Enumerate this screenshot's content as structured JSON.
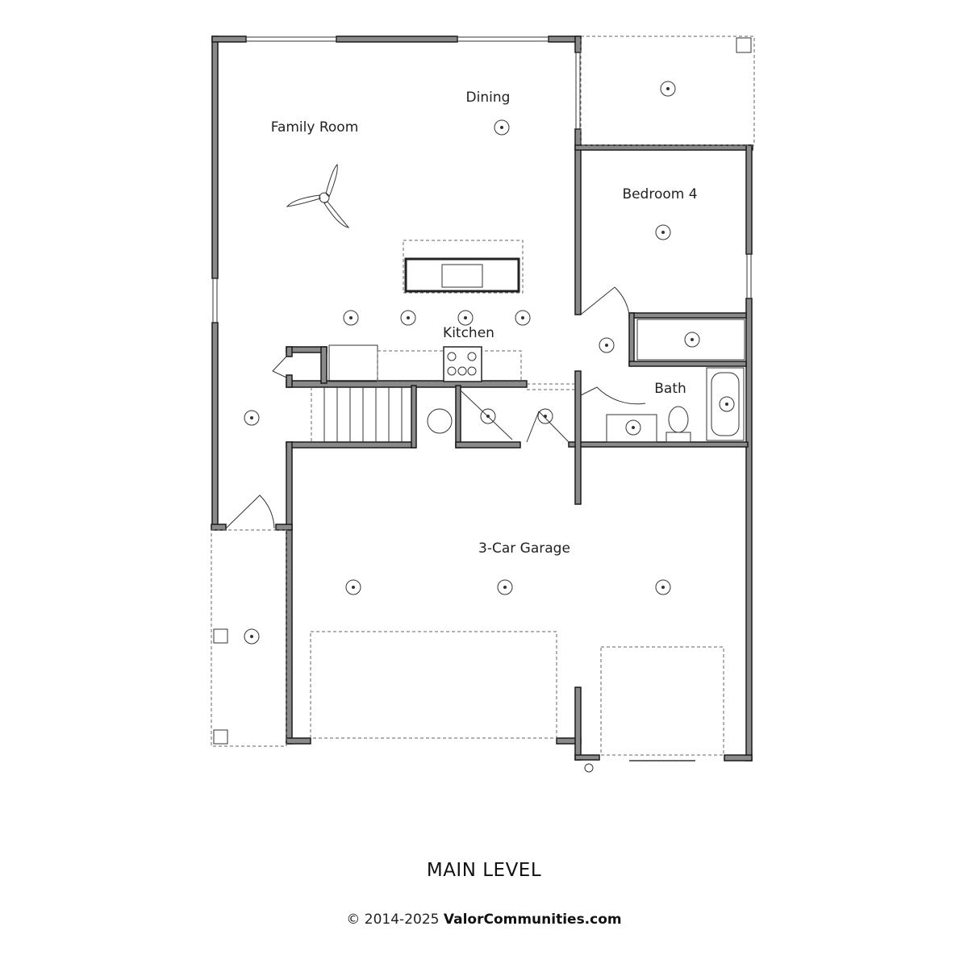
{
  "rooms": {
    "family_room": "Family Room",
    "dining": "Dining",
    "bedroom4": "Bedroom 4",
    "kitchen": "Kitchen",
    "bath": "Bath",
    "garage": "3-Car Garage"
  },
  "footer": {
    "title": "MAIN LEVEL",
    "copyright": "© 2014-2025 ",
    "site": "ValorCommunities.com"
  },
  "colors": {
    "wall": "#8a8a8a",
    "line": "#1a1a1a"
  }
}
